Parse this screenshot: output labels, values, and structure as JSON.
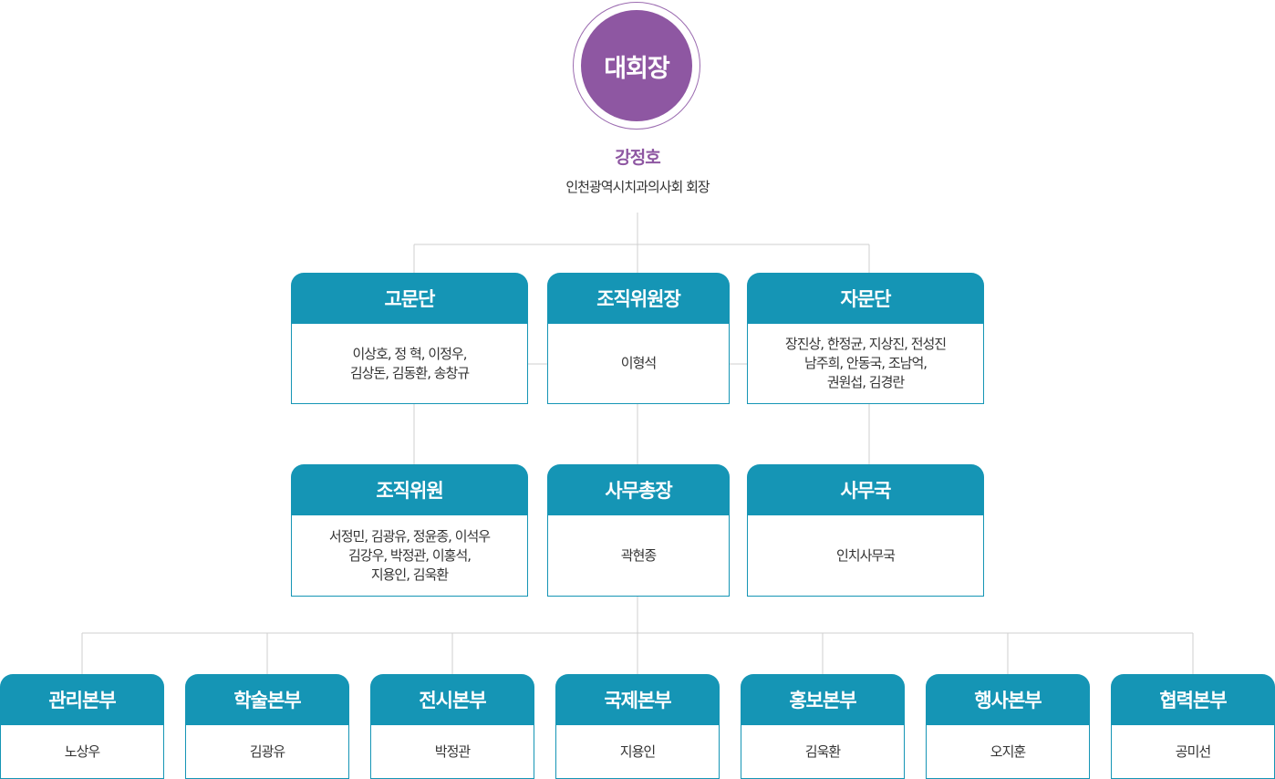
{
  "chairman": {
    "role": "대회장",
    "name": "강정호",
    "title": "인천광역시치과의사회 회장"
  },
  "row1": [
    {
      "head": "고문단",
      "body": "이상호, 정 혁, 이정우,\n김상돈, 김동환, 송창규"
    },
    {
      "head": "조직위원장",
      "body": "이형석"
    },
    {
      "head": "자문단",
      "body": "장진상, 한정균, 지상진, 전성진\n남주희, 안동국, 조남억,\n권원섭, 김경란"
    }
  ],
  "row2": [
    {
      "head": "조직위원",
      "body": "서정민, 김광유, 정윤종, 이석우\n김강우, 박정관, 이홍석,\n지용인, 김욱환"
    },
    {
      "head": "사무총장",
      "body": "곽현종"
    },
    {
      "head": "사무국",
      "body": "인치사무국"
    }
  ],
  "divisions": [
    {
      "head": "관리본부",
      "body": "노상우"
    },
    {
      "head": "학술본부",
      "body": "김광유"
    },
    {
      "head": "전시본부",
      "body": "박정관"
    },
    {
      "head": "국제본부",
      "body": "지용인"
    },
    {
      "head": "홍보본부",
      "body": "김욱환"
    },
    {
      "head": "행사본부",
      "body": "오지훈"
    },
    {
      "head": "협력본부",
      "body": "공미선"
    }
  ],
  "colors": {
    "chairman": "#8e57a2",
    "box_header": "#1595b5",
    "connector": "#cfcfcf"
  }
}
